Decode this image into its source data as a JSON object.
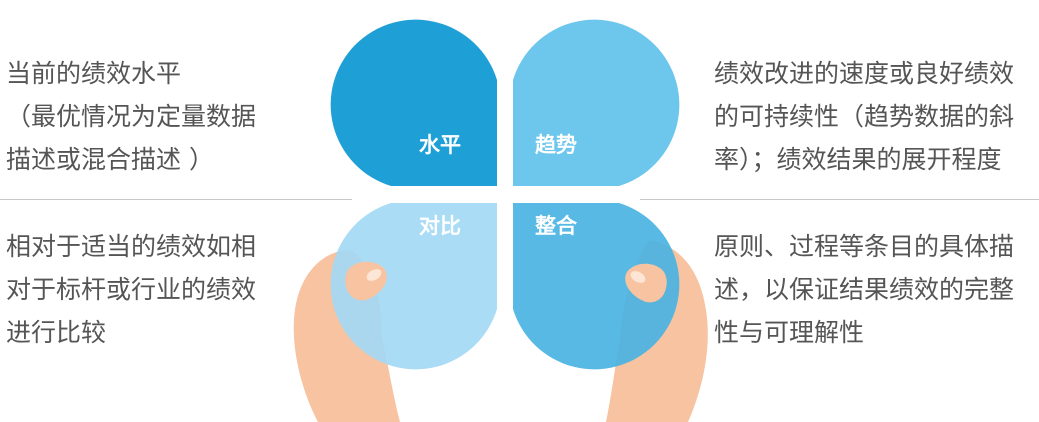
{
  "quadrants": {
    "top_left": {
      "label": "水平",
      "description_lines": [
        "当前的绩效水平",
        "（最优情况为定量数据",
        "描述或混合描述 ）"
      ]
    },
    "top_right": {
      "label": "趋势",
      "description_lines": [
        "绩效改进的速度或良好绩效",
        "的可持续性（趋势数据的斜",
        "率）；绩效结果的展开程度"
      ]
    },
    "bottom_left": {
      "label": "对比",
      "description_lines": [
        "相对于适当的绩效如相",
        "对于标杆或行业的绩效",
        "进行比较"
      ]
    },
    "bottom_right": {
      "label": "整合",
      "description_lines": [
        "原则、过程等条目的具体描",
        "述，以保证结果绩效的完整",
        "性与可理解性"
      ]
    }
  },
  "colors": {
    "text": "#555555",
    "divider": "#c8c8c8",
    "petal_top_left": "#1e9fd6",
    "petal_top_right": "#6dc6ec",
    "petal_bottom_left": "#a3d9f4",
    "petal_bottom_right": "#4ab3e2",
    "skin": "#f7c3a0"
  }
}
